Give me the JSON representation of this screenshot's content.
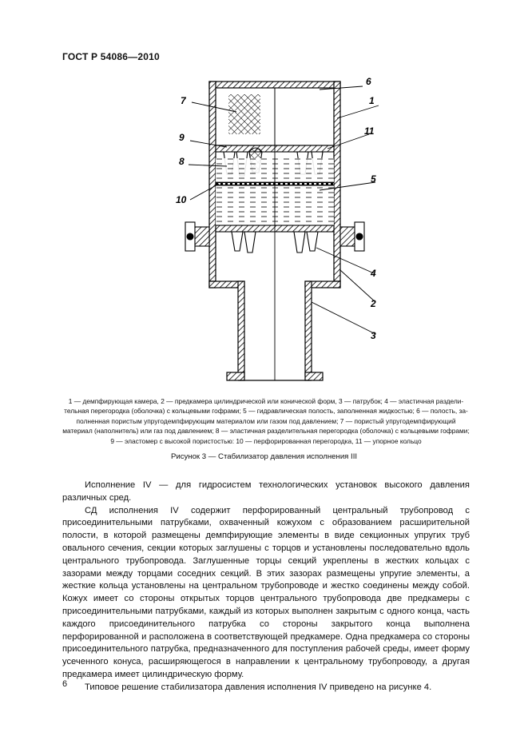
{
  "header": {
    "standard": "ГОСТ Р 54086—2010"
  },
  "figure": {
    "callouts": [
      "1",
      "2",
      "3",
      "4",
      "5",
      "6",
      "7",
      "8",
      "9",
      "10",
      "11"
    ],
    "caption_lines": [
      "1 — демпфирующая камера, 2 — предкамера цилиндрической или конической форм, 3 — патрубок; 4 — эластичная раздели-",
      "тельная перегородка (оболочка) с кольцевыми гофрами; 5 — гидравлическая полость, заполненная жидкостью; 6 — полость, за-",
      "полненная пористым упругодемпфирующим материалом или газом под давлением; 7 — пористый упругодемпфирующий",
      "материал (наполнитель) или газ под давлением; 8 — эластичная разделительная перегородка (оболочка) с кольцевыми гофрами;",
      "9 — эластомер с высокой пористостью: 10 — перфорированная перегородка, 11 — упорное кольцо"
    ],
    "title": "Рисунок 3 — Стабилизатор давления исполнения III"
  },
  "body": {
    "paragraphs": [
      "Исполнение IV — для гидросистем технологических установок высокого давления различных сред.",
      "СД исполнения IV содержит перфорированный центральный трубопровод с присоединительными патрубками, охваченный кожухом с образованием расширительной полости, в которой размещены демпфирующие элементы в виде секционных упругих труб овального сечения, секции которых заглушены с торцов и установлены последовательно вдоль центрального трубопровода. Заглушенные торцы секций укреплены в жестких кольцах с зазорами между торцами соседних секций. В этих зазорах размещены упругие элементы, а жесткие кольца установлены на центральном трубопроводе и жестко соединены между собой. Кожух имеет со стороны открытых торцов центрального трубопровода две предкамеры с присоединительными патрубками, каждый из которых выполнен закрытым с одного конца, часть каждого присоединительного патрубка со стороны закрытого конца выполнена перфорированной и расположена в соответствующей предкамере. Одна предкамера со стороны присоединительного патрубка, предназначенного для поступления рабочей среды, имеет форму усеченного конуса, расширяющегося в направлении к центральному трубопроводу, а другая предкамера имеет цилиндрическую форму.",
      "Типовое решение стабилизатора давления исполнения IV приведено на рисунке 4."
    ]
  },
  "page_number": "6"
}
